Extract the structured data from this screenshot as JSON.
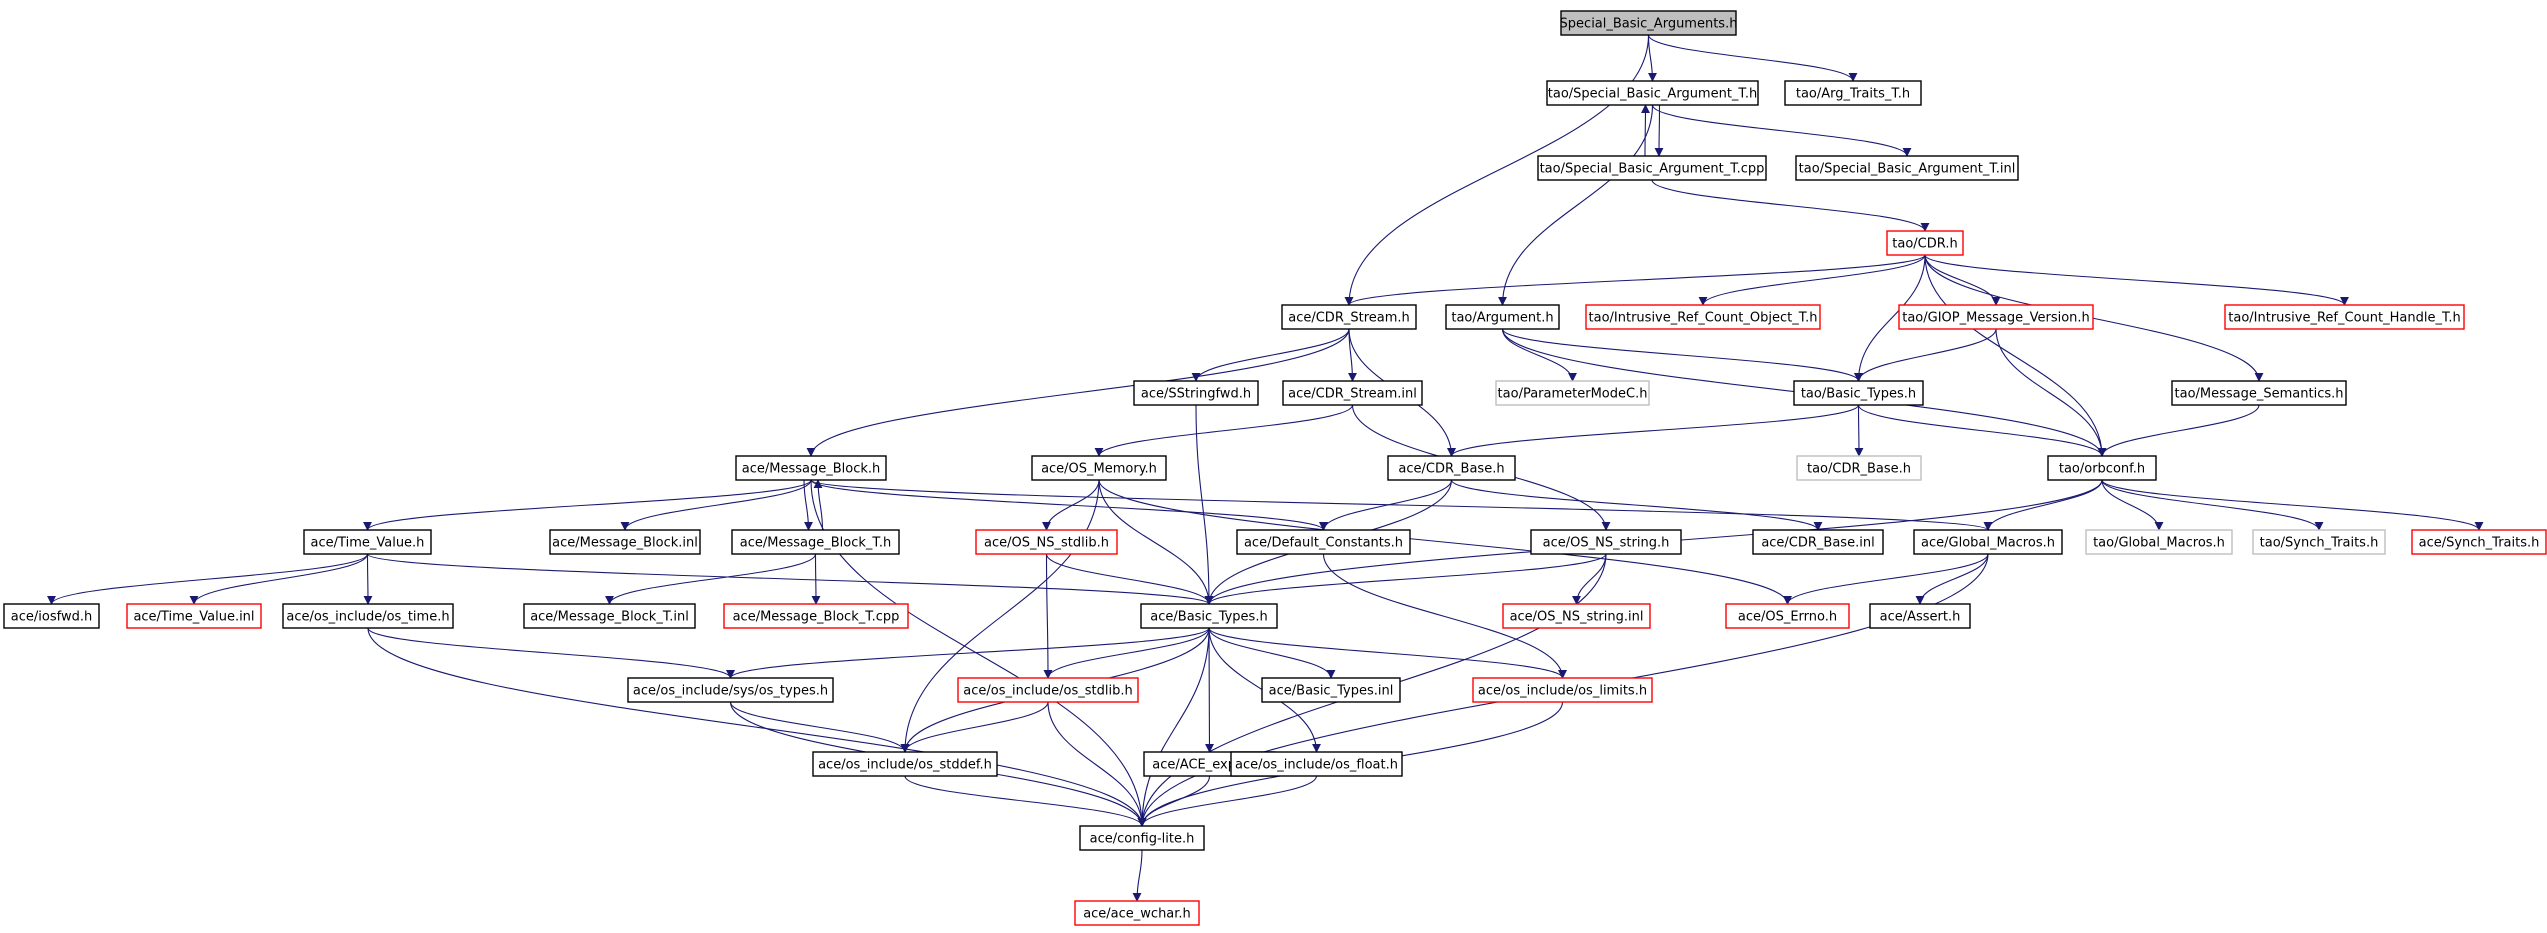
{
  "colors": {
    "edge": "#191970",
    "root_fill": "#bfbfbf",
    "black_border": "#000000",
    "red_border": "#ff0000",
    "gray_border": "#bfbfbf",
    "text": "#000000"
  },
  "nodes": [
    {
      "id": "special_basic_arguments_h",
      "label": "Special_Basic_Arguments.h",
      "style": "root"
    },
    {
      "id": "tao_special_basic_argument_t_h",
      "label": "tao/Special_Basic_Argument_T.h",
      "style": "black"
    },
    {
      "id": "tao_arg_traits_t_h",
      "label": "tao/Arg_Traits_T.h",
      "style": "black"
    },
    {
      "id": "tao_special_basic_argument_t_cpp",
      "label": "tao/Special_Basic_Argument_T.cpp",
      "style": "black"
    },
    {
      "id": "tao_special_basic_argument_t_inl",
      "label": "tao/Special_Basic_Argument_T.inl",
      "style": "black"
    },
    {
      "id": "tao_cdr_h",
      "label": "tao/CDR.h",
      "style": "red"
    },
    {
      "id": "ace_cdr_stream_h",
      "label": "ace/CDR_Stream.h",
      "style": "black"
    },
    {
      "id": "tao_argument_h",
      "label": "tao/Argument.h",
      "style": "black"
    },
    {
      "id": "tao_intrusive_ref_count_object_t_h",
      "label": "tao/Intrusive_Ref_Count_Object_T.h",
      "style": "red"
    },
    {
      "id": "tao_giop_message_version_h",
      "label": "tao/GIOP_Message_Version.h",
      "style": "red"
    },
    {
      "id": "tao_intrusive_ref_count_handle_t_h",
      "label": "tao/Intrusive_Ref_Count_Handle_T.h",
      "style": "red"
    },
    {
      "id": "ace_sstringfwd_h",
      "label": "ace/SStringfwd.h",
      "style": "black"
    },
    {
      "id": "ace_cdr_stream_inl",
      "label": "ace/CDR_Stream.inl",
      "style": "black"
    },
    {
      "id": "tao_parametermodec_h",
      "label": "tao/ParameterModeC.h",
      "style": "gray"
    },
    {
      "id": "tao_basic_types_h",
      "label": "tao/Basic_Types.h",
      "style": "black"
    },
    {
      "id": "tao_message_semantics_h",
      "label": "tao/Message_Semantics.h",
      "style": "black"
    },
    {
      "id": "ace_message_block_h",
      "label": "ace/Message_Block.h",
      "style": "black"
    },
    {
      "id": "ace_os_memory_h",
      "label": "ace/OS_Memory.h",
      "style": "black"
    },
    {
      "id": "ace_cdr_base_h",
      "label": "ace/CDR_Base.h",
      "style": "black"
    },
    {
      "id": "tao_cdr_base_h",
      "label": "tao/CDR_Base.h",
      "style": "gray"
    },
    {
      "id": "tao_orbconf_h",
      "label": "tao/orbconf.h",
      "style": "black"
    },
    {
      "id": "ace_time_value_h",
      "label": "ace/Time_Value.h",
      "style": "black"
    },
    {
      "id": "ace_message_block_inl",
      "label": "ace/Message_Block.inl",
      "style": "black"
    },
    {
      "id": "ace_message_block_t_h",
      "label": "ace/Message_Block_T.h",
      "style": "black"
    },
    {
      "id": "ace_os_ns_stdlib_h",
      "label": "ace/OS_NS_stdlib.h",
      "style": "red"
    },
    {
      "id": "ace_default_constants_h",
      "label": "ace/Default_Constants.h",
      "style": "black"
    },
    {
      "id": "ace_os_ns_string_h",
      "label": "ace/OS_NS_string.h",
      "style": "black"
    },
    {
      "id": "ace_cdr_base_inl",
      "label": "ace/CDR_Base.inl",
      "style": "black"
    },
    {
      "id": "ace_global_macros_h",
      "label": "ace/Global_Macros.h",
      "style": "black"
    },
    {
      "id": "tao_global_macros_h",
      "label": "tao/Global_Macros.h",
      "style": "gray"
    },
    {
      "id": "tao_synch_traits_h",
      "label": "tao/Synch_Traits.h",
      "style": "gray"
    },
    {
      "id": "ace_synch_traits_h",
      "label": "ace/Synch_Traits.h",
      "style": "red"
    },
    {
      "id": "ace_iosfwd_h",
      "label": "ace/iosfwd.h",
      "style": "black"
    },
    {
      "id": "ace_time_value_inl",
      "label": "ace/Time_Value.inl",
      "style": "red"
    },
    {
      "id": "ace_os_include_os_time_h",
      "label": "ace/os_include/os_time.h",
      "style": "black"
    },
    {
      "id": "ace_message_block_t_inl",
      "label": "ace/Message_Block_T.inl",
      "style": "black"
    },
    {
      "id": "ace_message_block_t_cpp",
      "label": "ace/Message_Block_T.cpp",
      "style": "red"
    },
    {
      "id": "ace_basic_types_h",
      "label": "ace/Basic_Types.h",
      "style": "black"
    },
    {
      "id": "ace_os_ns_string_inl",
      "label": "ace/OS_NS_string.inl",
      "style": "red"
    },
    {
      "id": "ace_os_errno_h",
      "label": "ace/OS_Errno.h",
      "style": "red"
    },
    {
      "id": "ace_assert_h",
      "label": "ace/Assert.h",
      "style": "black"
    },
    {
      "id": "ace_os_include_sys_os_types_h",
      "label": "ace/os_include/sys/os_types.h",
      "style": "black"
    },
    {
      "id": "ace_os_include_os_stdlib_h",
      "label": "ace/os_include/os_stdlib.h",
      "style": "red"
    },
    {
      "id": "ace_basic_types_inl",
      "label": "ace/Basic_Types.inl",
      "style": "black"
    },
    {
      "id": "ace_os_include_os_limits_h",
      "label": "ace/os_include/os_limits.h",
      "style": "red"
    },
    {
      "id": "ace_os_include_os_stddef_h",
      "label": "ace/os_include/os_stddef.h",
      "style": "black"
    },
    {
      "id": "ace_ace_export_h",
      "label": "ace/ACE_export.h",
      "style": "black"
    },
    {
      "id": "ace_os_include_os_float_h",
      "label": "ace/os_include/os_float.h",
      "style": "black"
    },
    {
      "id": "ace_config_lite_h",
      "label": "ace/config-lite.h",
      "style": "black"
    },
    {
      "id": "ace_ace_wchar_h",
      "label": "ace/ace_wchar.h",
      "style": "red"
    }
  ],
  "edges": [
    [
      "special_basic_arguments_h",
      "tao_special_basic_argument_t_h"
    ],
    [
      "special_basic_arguments_h",
      "tao_arg_traits_t_h"
    ],
    [
      "special_basic_arguments_h",
      "ace_cdr_stream_h"
    ],
    [
      "tao_special_basic_argument_t_h",
      "tao_special_basic_argument_t_cpp"
    ],
    [
      "tao_special_basic_argument_t_cpp",
      "tao_special_basic_argument_t_h"
    ],
    [
      "tao_special_basic_argument_t_h",
      "tao_special_basic_argument_t_inl"
    ],
    [
      "tao_special_basic_argument_t_h",
      "tao_argument_h"
    ],
    [
      "tao_special_basic_argument_t_cpp",
      "tao_cdr_h"
    ],
    [
      "tao_cdr_h",
      "ace_cdr_stream_h"
    ],
    [
      "tao_cdr_h",
      "tao_intrusive_ref_count_object_t_h"
    ],
    [
      "tao_cdr_h",
      "tao_giop_message_version_h"
    ],
    [
      "tao_cdr_h",
      "tao_intrusive_ref_count_handle_t_h"
    ],
    [
      "tao_cdr_h",
      "tao_basic_types_h"
    ],
    [
      "tao_cdr_h",
      "tao_message_semantics_h"
    ],
    [
      "tao_cdr_h",
      "tao_orbconf_h"
    ],
    [
      "ace_cdr_stream_h",
      "ace_sstringfwd_h"
    ],
    [
      "ace_cdr_stream_h",
      "ace_cdr_stream_inl"
    ],
    [
      "ace_cdr_stream_h",
      "ace_message_block_h"
    ],
    [
      "ace_cdr_stream_h",
      "ace_cdr_base_h"
    ],
    [
      "tao_argument_h",
      "tao_parametermodec_h"
    ],
    [
      "tao_argument_h",
      "tao_basic_types_h"
    ],
    [
      "tao_argument_h",
      "tao_orbconf_h"
    ],
    [
      "tao_giop_message_version_h",
      "tao_basic_types_h"
    ],
    [
      "tao_giop_message_version_h",
      "tao_orbconf_h"
    ],
    [
      "tao_basic_types_h",
      "tao_cdr_base_h"
    ],
    [
      "tao_basic_types_h",
      "ace_cdr_base_h"
    ],
    [
      "tao_basic_types_h",
      "tao_orbconf_h"
    ],
    [
      "tao_message_semantics_h",
      "tao_orbconf_h"
    ],
    [
      "ace_cdr_stream_inl",
      "ace_os_memory_h"
    ],
    [
      "ace_cdr_stream_inl",
      "ace_os_ns_string_h"
    ],
    [
      "ace_sstringfwd_h",
      "ace_basic_types_h"
    ],
    [
      "ace_message_block_h",
      "ace_time_value_h"
    ],
    [
      "ace_message_block_h",
      "ace_message_block_inl"
    ],
    [
      "ace_message_block_h",
      "ace_message_block_t_h"
    ],
    [
      "ace_message_block_t_h",
      "ace_message_block_h"
    ],
    [
      "ace_message_block_h",
      "ace_default_constants_h"
    ],
    [
      "ace_message_block_h",
      "ace_global_macros_h"
    ],
    [
      "ace_message_block_h",
      "ace_config_lite_h"
    ],
    [
      "ace_os_memory_h",
      "ace_os_ns_stdlib_h"
    ],
    [
      "ace_os_memory_h",
      "ace_basic_types_h"
    ],
    [
      "ace_os_memory_h",
      "ace_os_errno_h"
    ],
    [
      "ace_os_memory_h",
      "ace_os_include_os_stddef_h"
    ],
    [
      "ace_cdr_base_h",
      "ace_default_constants_h"
    ],
    [
      "ace_cdr_base_h",
      "ace_cdr_base_inl"
    ],
    [
      "ace_cdr_base_h",
      "ace_basic_types_h"
    ],
    [
      "tao_orbconf_h",
      "ace_global_macros_h"
    ],
    [
      "tao_orbconf_h",
      "tao_global_macros_h"
    ],
    [
      "tao_orbconf_h",
      "tao_synch_traits_h"
    ],
    [
      "tao_orbconf_h",
      "ace_synch_traits_h"
    ],
    [
      "tao_orbconf_h",
      "ace_basic_types_h"
    ],
    [
      "ace_time_value_h",
      "ace_iosfwd_h"
    ],
    [
      "ace_time_value_h",
      "ace_time_value_inl"
    ],
    [
      "ace_time_value_h",
      "ace_os_include_os_time_h"
    ],
    [
      "ace_time_value_h",
      "ace_basic_types_h"
    ],
    [
      "ace_message_block_t_h",
      "ace_message_block_t_inl"
    ],
    [
      "ace_message_block_t_h",
      "ace_message_block_t_cpp"
    ],
    [
      "ace_os_ns_stdlib_h",
      "ace_basic_types_h"
    ],
    [
      "ace_os_ns_stdlib_h",
      "ace_os_include_os_stdlib_h"
    ],
    [
      "ace_default_constants_h",
      "ace_os_include_os_limits_h"
    ],
    [
      "ace_os_ns_string_h",
      "ace_basic_types_h"
    ],
    [
      "ace_os_ns_string_h",
      "ace_os_ns_string_inl"
    ],
    [
      "ace_os_ns_string_h",
      "ace_config_lite_h"
    ],
    [
      "ace_global_macros_h",
      "ace_os_errno_h"
    ],
    [
      "ace_global_macros_h",
      "ace_assert_h"
    ],
    [
      "ace_global_macros_h",
      "ace_config_lite_h"
    ],
    [
      "ace_os_include_os_time_h",
      "ace_os_include_sys_os_types_h"
    ],
    [
      "ace_os_include_os_time_h",
      "ace_config_lite_h"
    ],
    [
      "ace_basic_types_h",
      "ace_os_include_sys_os_types_h"
    ],
    [
      "ace_basic_types_h",
      "ace_os_include_os_stdlib_h"
    ],
    [
      "ace_basic_types_h",
      "ace_os_include_os_stddef_h"
    ],
    [
      "ace_basic_types_h",
      "ace_ace_export_h"
    ],
    [
      "ace_basic_types_h",
      "ace_os_include_os_float_h"
    ],
    [
      "ace_basic_types_h",
      "ace_basic_types_inl"
    ],
    [
      "ace_basic_types_h",
      "ace_os_include_os_limits_h"
    ],
    [
      "ace_basic_types_h",
      "ace_config_lite_h"
    ],
    [
      "ace_os_include_sys_os_types_h",
      "ace_os_include_os_stddef_h"
    ],
    [
      "ace_os_include_sys_os_types_h",
      "ace_config_lite_h"
    ],
    [
      "ace_os_include_os_stdlib_h",
      "ace_os_include_os_stddef_h"
    ],
    [
      "ace_os_include_os_stdlib_h",
      "ace_config_lite_h"
    ],
    [
      "ace_os_include_os_limits_h",
      "ace_config_lite_h"
    ],
    [
      "ace_os_include_os_stddef_h",
      "ace_config_lite_h"
    ],
    [
      "ace_ace_export_h",
      "ace_config_lite_h"
    ],
    [
      "ace_os_include_os_float_h",
      "ace_config_lite_h"
    ],
    [
      "ace_config_lite_h",
      "ace_ace_wchar_h"
    ]
  ]
}
